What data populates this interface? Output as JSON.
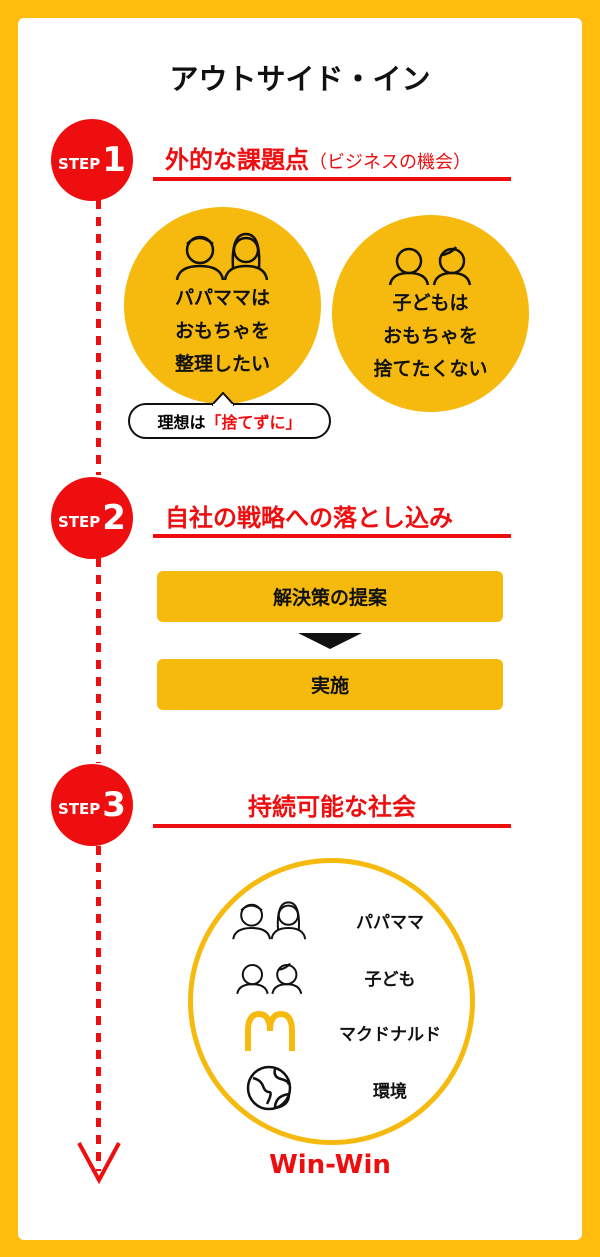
{
  "title": "アウトサイド・イン",
  "step_label": "STEP",
  "steps": [
    {
      "number": "1",
      "heading": "外的な課題点",
      "subheading": "（ビジネスの機会）"
    },
    {
      "number": "2",
      "heading": "自社の戦略への落とし込み"
    },
    {
      "number": "3",
      "heading": "持続可能な社会"
    }
  ],
  "step1": {
    "parents": [
      "パパママは",
      "おもちゃを",
      "整理したい"
    ],
    "kids": [
      "子どもは",
      "おもちゃを",
      "捨てたくない"
    ],
    "bubble_prefix": "理想は",
    "bubble_highlight": "「捨てずに」"
  },
  "step2": {
    "boxes": [
      "解決策の提案",
      "実施"
    ]
  },
  "step3": {
    "items": [
      "パパママ",
      "子ども",
      "マクドナルド",
      "環境"
    ],
    "result": "Win-Win"
  },
  "colors": {
    "red": "#EE0E10",
    "yellow": "#F6BA0E",
    "background": "#FFBC0D"
  }
}
